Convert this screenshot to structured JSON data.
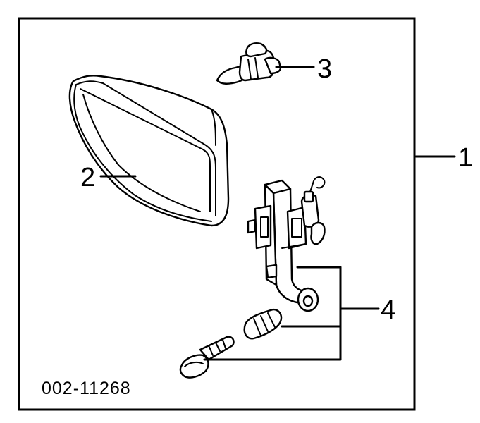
{
  "diagram": {
    "part_number": "002-11268",
    "callouts": [
      {
        "id": "1",
        "label": "1"
      },
      {
        "id": "2",
        "label": "2"
      },
      {
        "id": "3",
        "label": "3"
      },
      {
        "id": "4",
        "label": "4"
      }
    ]
  }
}
